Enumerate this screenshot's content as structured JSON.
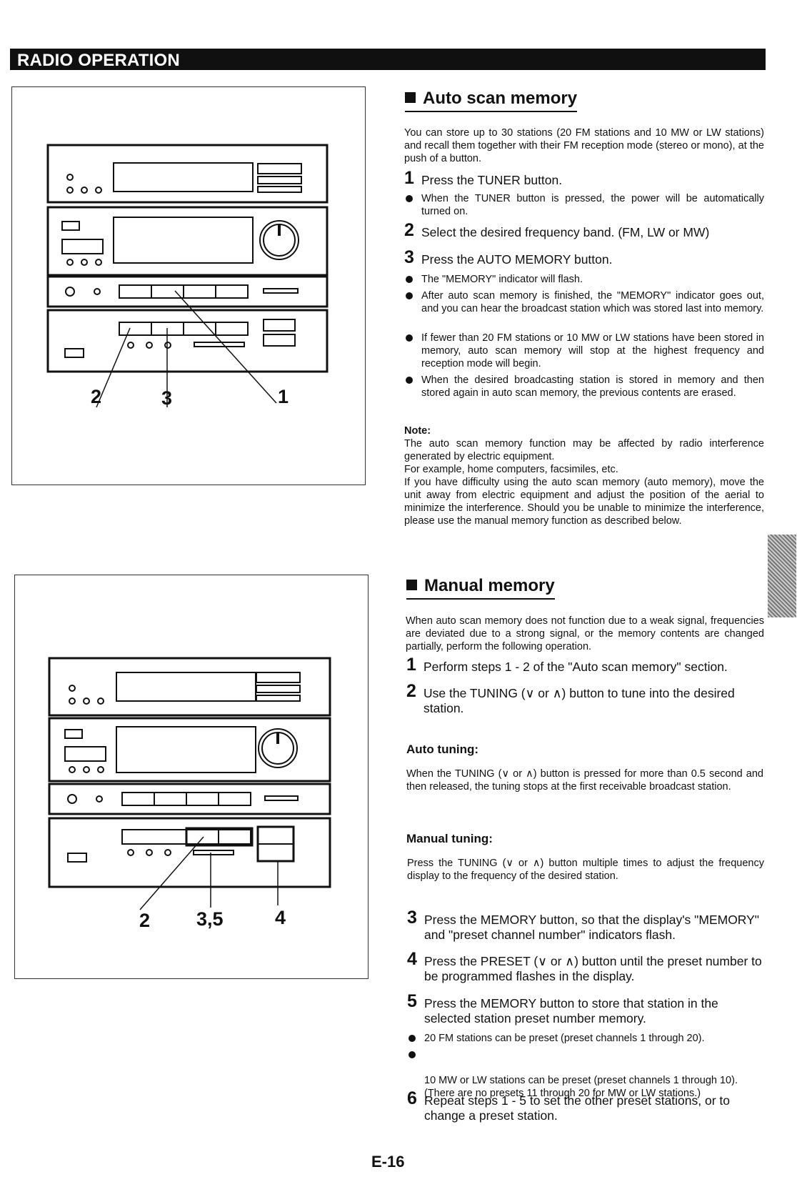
{
  "header": {
    "title": "RADIO OPERATION"
  },
  "figure1": {
    "callouts": [
      "2",
      "3",
      "1"
    ]
  },
  "figure2": {
    "callouts": [
      "2",
      "3,5",
      "4"
    ]
  },
  "auto_scan": {
    "title": "Auto scan memory",
    "intro": "You can store up to 30 stations (20 FM stations and 10 MW or LW stations) and recall them together with their FM reception mode (stereo or mono), at the push of a button.",
    "step1": {
      "num": "1",
      "text": "Press the TUNER button."
    },
    "bullet1": "When the TUNER button is pressed, the power will be automatically turned on.",
    "step2": {
      "num": "2",
      "text": "Select the desired frequency band. (FM, LW or MW)"
    },
    "step3": {
      "num": "3",
      "text": "Press the AUTO MEMORY button."
    },
    "bullets3": [
      "The \"MEMORY\" indicator will flash.",
      "After auto scan memory is finished, the \"MEMORY\" indicator goes out, and you can hear the broadcast station which was stored last into memory.",
      "If fewer than 20 FM stations or 10 MW or LW stations have been stored in memory, auto scan memory will stop at the highest frequency and reception mode will begin.",
      "When the desired broadcasting station is stored in memory and then stored again in auto scan memory, the previous contents are erased."
    ],
    "note_label": "Note:",
    "note_lines": [
      "The auto scan memory function may be affected by radio interference generated by electric equipment.",
      "For example, home computers, facsimiles, etc.",
      "If you have difficulty using the auto scan memory (auto memory), move the unit away from electric equipment and adjust the position of the aerial to minimize the interference. Should you be unable to minimize the interference, please use the manual memory function as described below."
    ]
  },
  "manual": {
    "title": "Manual memory",
    "intro": "When auto scan memory does not function due to a weak signal, frequencies are deviated due to a strong signal, or the memory contents are changed partially, perform the following operation.",
    "step1": {
      "num": "1",
      "text": "Perform steps 1 - 2 of the \"Auto scan memory\" section."
    },
    "step2": {
      "num": "2",
      "text": "Use the TUNING (∨ or ∧) button to tune into the desired station."
    },
    "auto_tuning_label": "Auto tuning:",
    "auto_tuning_text": "When the TUNING (∨ or ∧) button is pressed for more than 0.5 second and then released, the tuning stops at the first receivable broadcast station.",
    "manual_tuning_label": "Manual tuning:",
    "manual_tuning_text": "Press the TUNING (∨ or ∧) button multiple times to adjust the frequency display to the frequency of the desired station.",
    "step3": {
      "num": "3",
      "text": "Press the MEMORY button, so that the display's \"MEMORY\" and \"preset channel number\" indicators flash."
    },
    "step4": {
      "num": "4",
      "text": "Press the PRESET (∨ or ∧) button until the preset number to be programmed flashes in the display."
    },
    "step5": {
      "num": "5",
      "text": "Press the MEMORY button to store that station in the selected station preset number memory."
    },
    "bullets5": [
      "20 FM stations can be preset (preset channels 1 through 20).",
      "10 MW or LW stations can be preset (preset channels 1 through 10).\n(There are no presets 11 through 20 for MW or LW stations.)"
    ],
    "step6": {
      "num": "6",
      "text": "Repeat steps 1 - 5 to set the other preset stations, or to change a preset station."
    }
  },
  "footer": {
    "page_number": "E-16"
  }
}
